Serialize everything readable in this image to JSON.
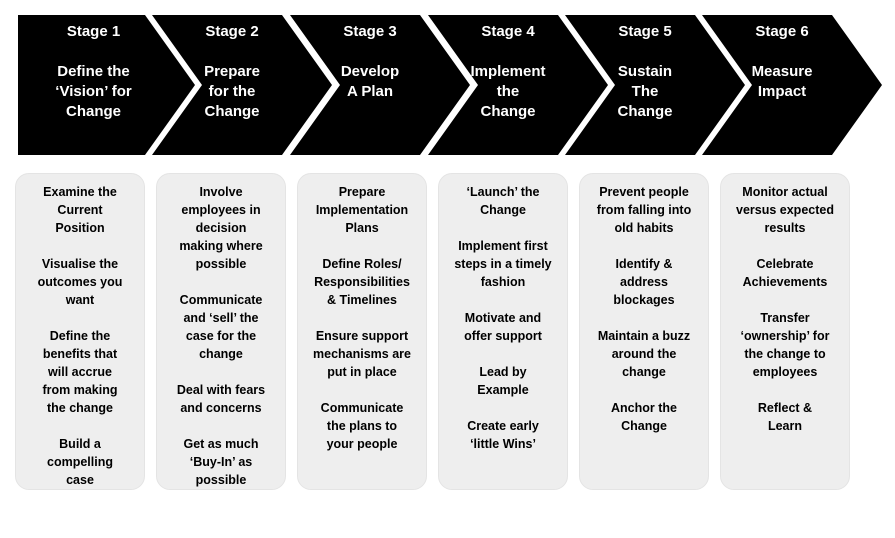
{
  "colors": {
    "page_bg": "#ffffff",
    "arrow_bg": "#000000",
    "arrow_text": "#ffffff",
    "box_bg": "#eeeeee",
    "box_border": "#e4e4e4",
    "box_text": "#000000"
  },
  "stages": [
    {
      "label": "Stage 1",
      "title": "Define the\n‘Vision’ for\nChange",
      "items": [
        "Examine the\nCurrent\nPosition",
        "Visualise the\noutcomes you\nwant",
        "Define the\nbenefits that\nwill accrue\nfrom making\nthe change",
        "Build a\ncompelling\ncase"
      ]
    },
    {
      "label": "Stage 2",
      "title": "Prepare\nfor the\nChange",
      "items": [
        "Involve\nemployees in\ndecision\nmaking where\npossible",
        "Communicate\nand ‘sell’ the\ncase for the\nchange",
        "Deal with fears\nand concerns",
        "Get as much\n‘Buy-In’ as\npossible"
      ]
    },
    {
      "label": "Stage 3",
      "title": "Develop\nA Plan",
      "items": [
        "Prepare\nImplementation\nPlans",
        "Define Roles/\nResponsibilities\n& Timelines",
        "Ensure support\nmechanisms are\nput in place",
        "Communicate\nthe plans to\nyour people"
      ]
    },
    {
      "label": "Stage 4",
      "title": "Implement\nthe\nChange",
      "items": [
        "‘Launch’ the\nChange",
        "Implement first\nsteps in a timely\nfashion",
        "Motivate and\noffer support",
        "Lead by\nExample",
        "Create early\n‘little Wins’"
      ]
    },
    {
      "label": "Stage 5",
      "title": "Sustain\nThe\nChange",
      "items": [
        "Prevent people\nfrom falling into\nold habits",
        "Identify &\naddress\nblockages",
        "Maintain a buzz\naround the\nchange",
        "Anchor the\nChange"
      ]
    },
    {
      "label": "Stage 6",
      "title": "Measure\nImpact",
      "items": [
        "Monitor actual\nversus expected\nresults",
        "Celebrate\nAchievements",
        "Transfer\n‘ownership’ for\nthe change to\nemployees",
        "Reflect &\nLearn"
      ]
    }
  ]
}
